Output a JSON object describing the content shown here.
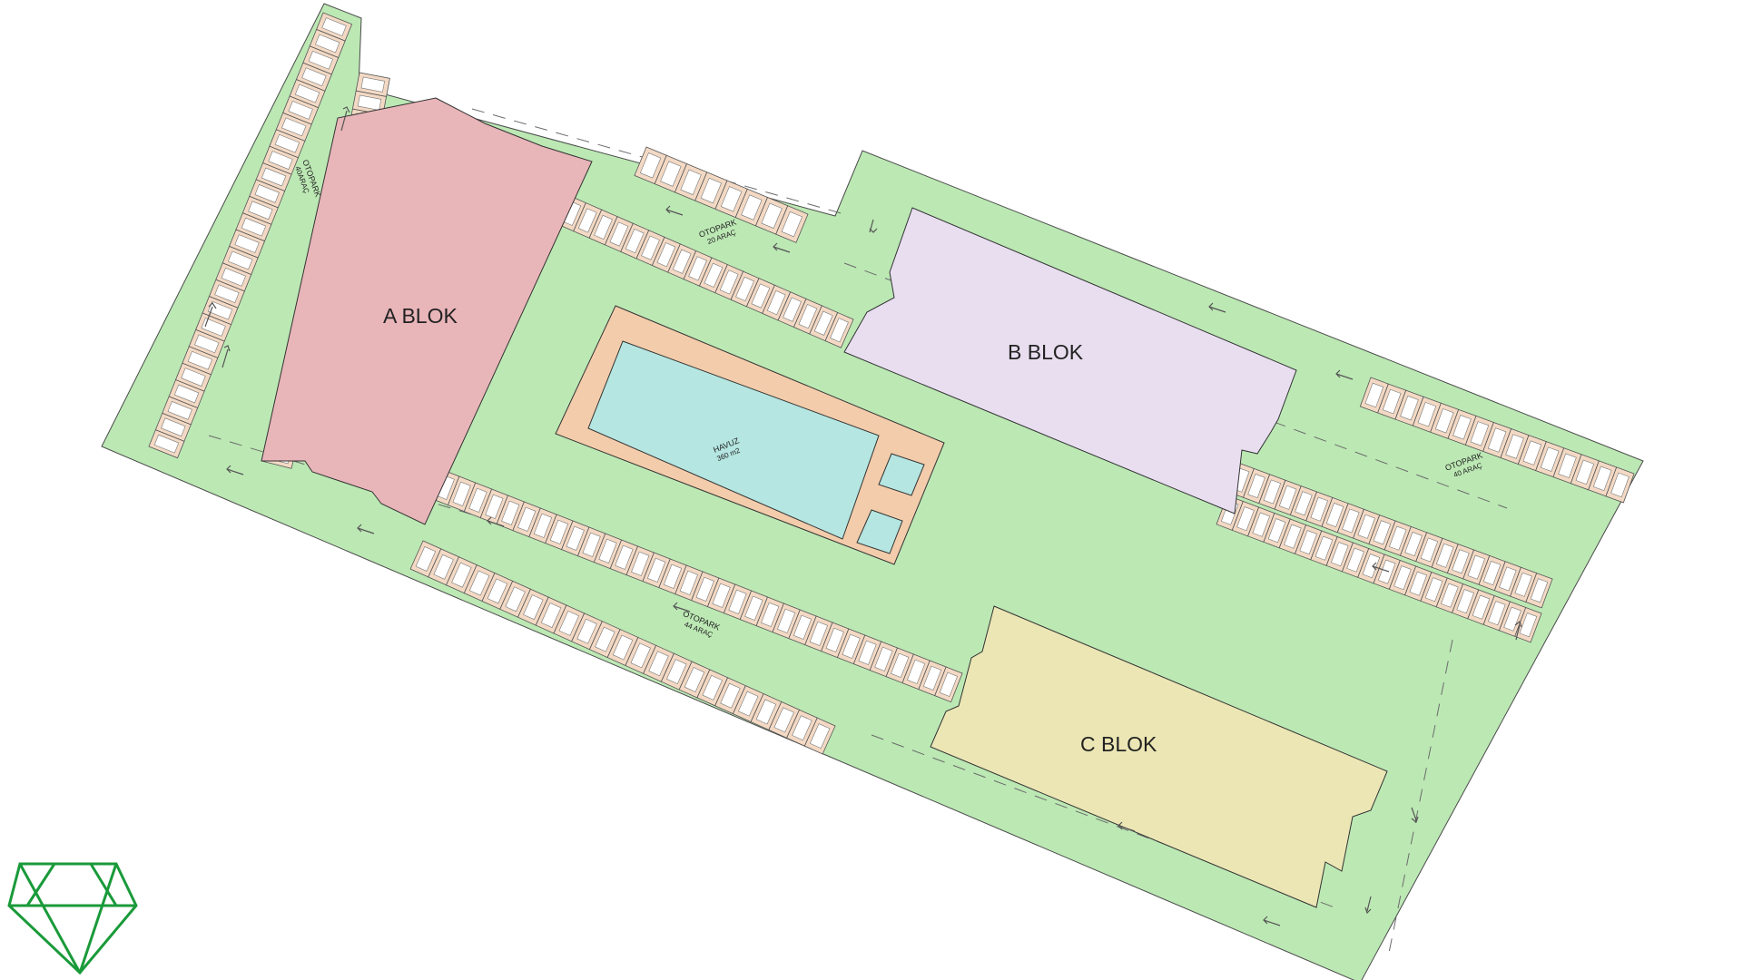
{
  "buildings": {
    "a": {
      "label": "A BLOK"
    },
    "b": {
      "label": "B BLOK"
    },
    "c": {
      "label": "C BLOK"
    }
  },
  "pool": {
    "title": "HAVUZ",
    "area": "360 m2"
  },
  "parking": {
    "west": {
      "title": "OTOPARK",
      "count": "40ARAÇ"
    },
    "north": {
      "title": "OTOPARK",
      "count": "20 ARAÇ"
    },
    "east": {
      "title": "OTOPARK",
      "count": "40 ARAÇ"
    },
    "south": {
      "title": "OTOPARK",
      "count": "44 ARAÇ"
    }
  },
  "colors": {
    "ground": "#bce8b4",
    "a_blok": "#e8b5b9",
    "b_blok": "#e8def0",
    "c_blok": "#ebe6b4",
    "pool_deck": "#f3ccab",
    "pool_water": "#b5e6e1",
    "parking_stall": "#f3d9c4",
    "logo": "#1a9a3a"
  },
  "logo": {
    "icon": "gem-logo-icon"
  }
}
